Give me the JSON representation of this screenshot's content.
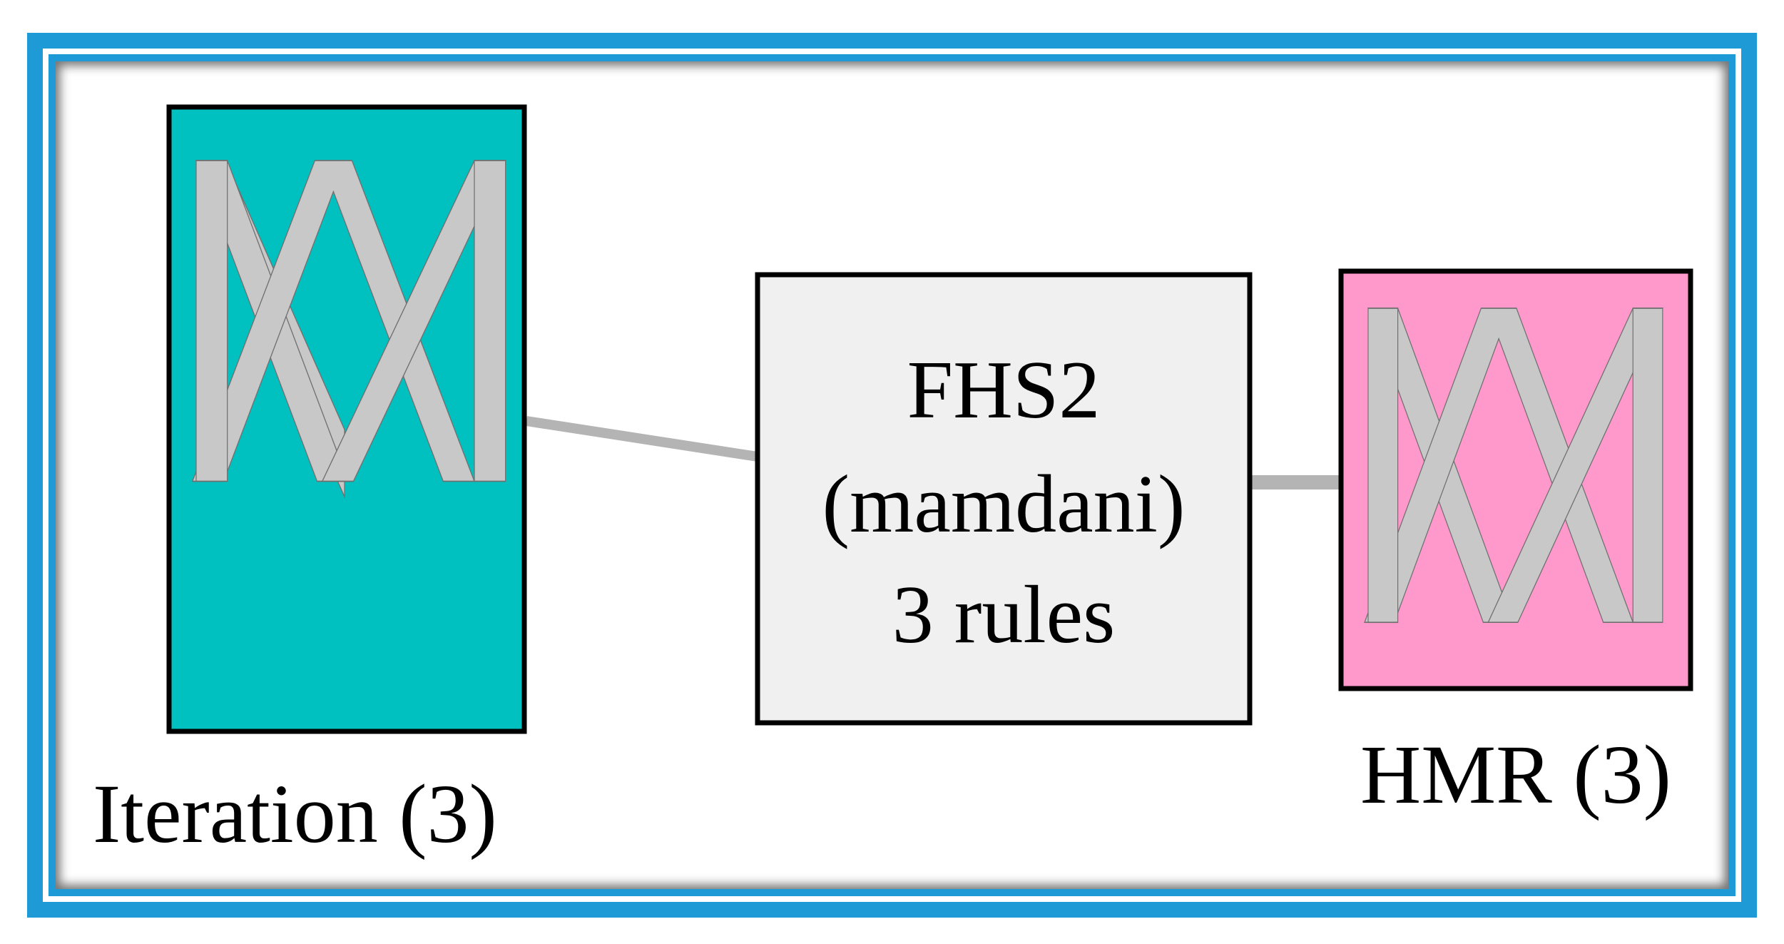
{
  "input_block": {
    "label": "Iteration (3)",
    "color": "#00c0c0"
  },
  "system_block": {
    "line1": "FHS2",
    "line2": "(mamdani)",
    "line3": "3 rules",
    "color": "#f0f0f0"
  },
  "output_block": {
    "label": "HMR (3)",
    "color": "#ff99cc"
  },
  "colors": {
    "frame": "#1e9bd7",
    "membership": "#c8c8c8",
    "connector": "#b4b4b4"
  },
  "icons": [
    "membership-functions-icon",
    "membership-functions-icon"
  ]
}
